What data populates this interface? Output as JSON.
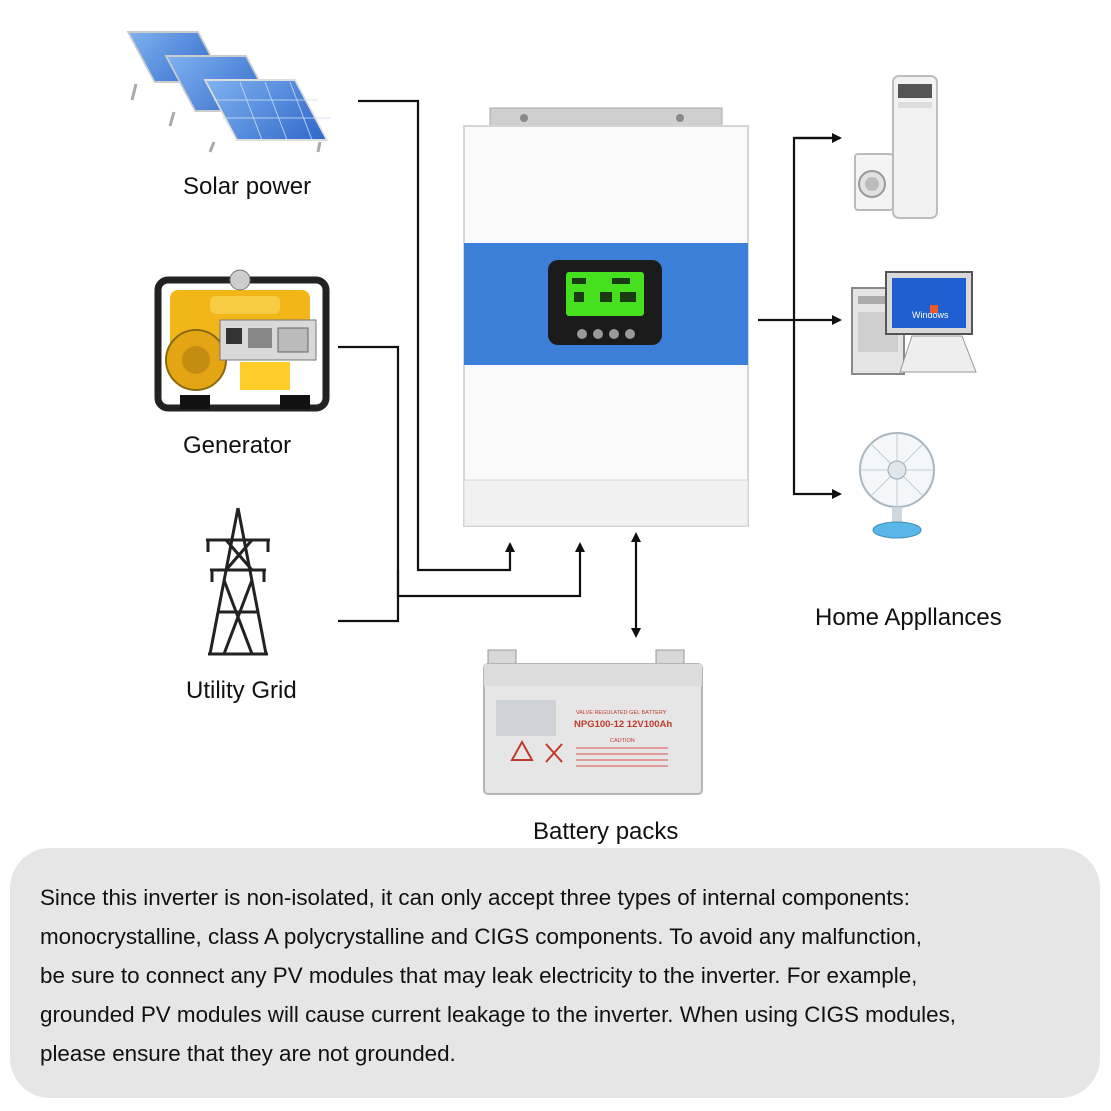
{
  "sources": [
    {
      "id": "solar",
      "label": "Solar power",
      "icon": "solar-panel-icon"
    },
    {
      "id": "generator",
      "label": "Generator",
      "icon": "generator-icon"
    },
    {
      "id": "grid",
      "label": "Utility Grid",
      "icon": "power-tower-icon"
    }
  ],
  "storage": {
    "label": "Battery packs",
    "icon": "battery-icon",
    "badge": "VALVE REGULATED GEL BATTERY",
    "model": "NPG100-12 12V100Ah",
    "caution": "CAUTION"
  },
  "loads": {
    "label": "Home Appliances",
    "label_text": "Home Appllances",
    "items": [
      {
        "id": "air-conditioner",
        "icon": "air-conditioner-icon"
      },
      {
        "id": "computer",
        "icon": "computer-icon",
        "screen_text": "Windows"
      },
      {
        "id": "fan",
        "icon": "fan-icon"
      }
    ]
  },
  "inverter": {
    "icon": "inverter-icon",
    "display_color": "#46e01e",
    "band_color": "#3b7fd8"
  },
  "note": "Since this inverter is non-isolated, it can only accept three types of internal components:\nmonocrystalline, class A polycrystalline and CIGS components. To avoid any malfunction,\nbe sure to connect any PV modules that may leak electricity to the inverter. For example,\ngrounded PV modules will cause current leakage to the inverter. When using CIGS modules,\nplease ensure that they are not grounded."
}
